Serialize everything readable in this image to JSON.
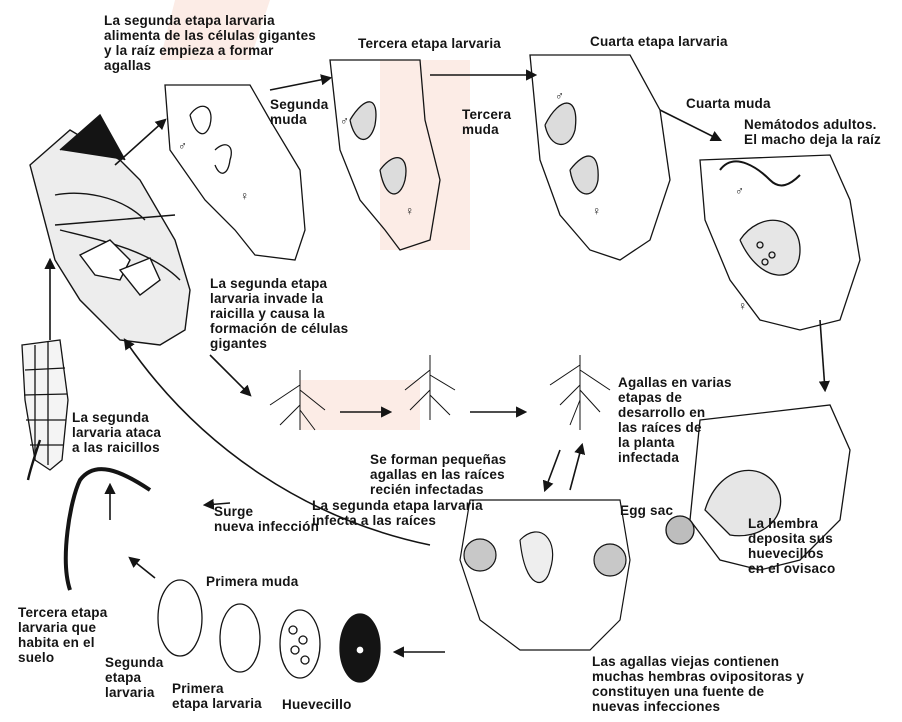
{
  "labels": {
    "l1": "La segunda etapa larvaria\nalimenta de las células gigantes\ny la raíz empieza a formar\nagallas",
    "l2": "Tercera etapa larvaria",
    "l3": "Cuarta etapa larvaria",
    "l4": "Segunda\nmuda",
    "l5": "Tercera\nmuda",
    "l6": "Cuarta muda",
    "l7": "Nemátodos adultos.\nEl macho deja la raíz",
    "l8": "La segunda etapa\nlarvaria invade la\nraicilla y causa la\nformación de células\ngigantes",
    "l9": "Agallas en varias\netapas de\ndesarrollo en\nlas raíces de\nla planta\ninfectada",
    "l10": "La segunda\nlarvaria ataca\na las raicillos",
    "l11": "Se forman pequeñas\nagallas en las raíces\nrecién infectadas",
    "l12": "La segunda etapa larvaria\ninfecta a las raíces",
    "l13": "Surge\nnueva infección",
    "l14": "Egg sac",
    "l15": "La hembra\ndeposita sus\nhuevecillos\nen el ovisaco",
    "l16": "Primera muda",
    "l17": "Tercera etapa\nlarvaria que\nhabita en el\nsuelo",
    "l18": "Segunda\netapa\nlarvaria",
    "l19": "Primera\netapa larvaria",
    "l20": "Huevecillo",
    "l21": "Las agallas viejas contienen\nmuchas hembras ovipositoras y\nconstituyen una fuente de\nnuevas infecciones"
  },
  "symbols": {
    "male": "♂",
    "female": "♀"
  },
  "colors": {
    "ink": "#141414",
    "paper": "#ffffff",
    "watermark": "#f6c8b8"
  }
}
